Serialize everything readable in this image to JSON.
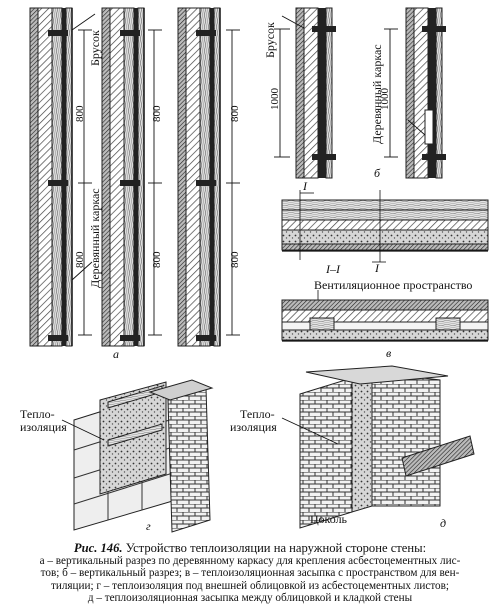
{
  "labels": {
    "brusok_a": "Брусок",
    "karkas_a": "Деревянный каркас",
    "dim_800": "800",
    "letter_a": "а",
    "brusok_b": "Брусок",
    "dim_1000": "1000",
    "karkas_b": "Деревянный каркас",
    "letter_b": "б",
    "section_mark": "I",
    "section_label": "I–I",
    "ventilation": "Вентиляционное пространство",
    "letter_v": "в",
    "insulation_g_line1": "Тепло-",
    "insulation_g_line2": "изоляция",
    "letter_g": "г",
    "insulation_d_line1": "Тепло-",
    "insulation_d_line2": "изоляция",
    "plinth": "Цоколь",
    "letter_d": "д"
  },
  "caption": {
    "figure_number": "Рис. 146.",
    "title": "Устройство теплоизоляции на наружной стороне стены:",
    "lines": [
      "а – вертикальный разрез по деревянному каркасу для крепления асбестоцементных лис-",
      "тов; б – вертикальный разрез; в – теплоизоляционная засыпка с пространством для вен-",
      "тиляции; г – теплоизоляция под внешней облицовкой из асбестоцементных листов;",
      "д – теплоизоляционная засыпка между облицовкой и кладкой стены"
    ]
  }
}
